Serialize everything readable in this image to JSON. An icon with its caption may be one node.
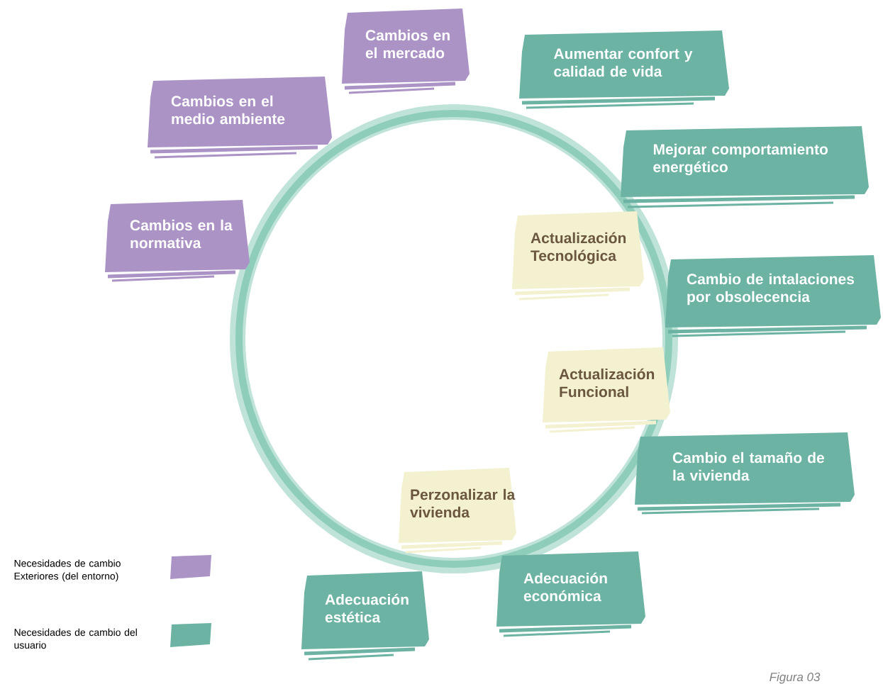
{
  "diagram": {
    "caption": "Figura 03",
    "nodes": [
      {
        "text": [
          "Cambios en el mercado"
        ]
      },
      {
        "text": [
          "Cambios en el medio ambiente"
        ]
      },
      {
        "text": [
          "Aumentar confort y calidad de vida"
        ]
      },
      {
        "text": [
          "Mejorar comportamiento energético"
        ]
      },
      {
        "text": [
          "Cambios en la normativa"
        ]
      },
      {
        "text": [
          "Actualización Tecnológica"
        ]
      },
      {
        "text": [
          "Cambio de intalaciones por obsolecencia"
        ]
      },
      {
        "text": [
          "Actualización Funcional"
        ]
      },
      {
        "text": [
          "Cambio el tamaño de la vivienda"
        ]
      },
      {
        "text": [
          "Perzonalizar la vivienda"
        ]
      },
      {
        "text": [
          "Adecuación económica"
        ]
      },
      {
        "text": [
          "Adecuación estética"
        ]
      }
    ],
    "legend": [
      {
        "text": "Necesidades de cambio Exteriores (del entorno)",
        "color": "#ab93c6"
      },
      {
        "text": "Necesidades de cambio del usuario",
        "color": "#6db3a4"
      }
    ]
  }
}
